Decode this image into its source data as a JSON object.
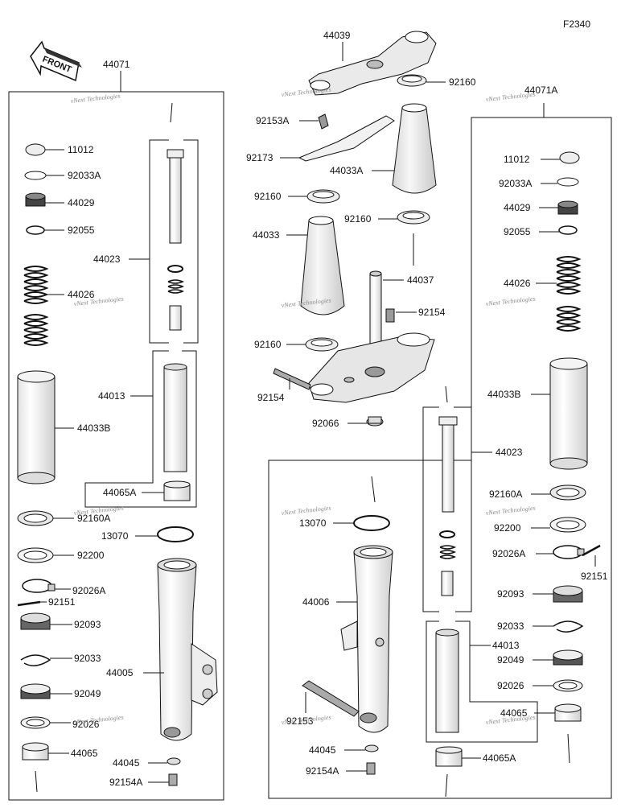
{
  "diagram": {
    "figure_code": "F2340",
    "front_text": "FRONT",
    "watermark": "vNext Technologies",
    "part_numbers": {
      "p44071": "44071",
      "p44071A": "44071A",
      "p11012": "11012",
      "p92033A": "92033A",
      "p44029": "44029",
      "p92055": "92055",
      "p44026": "44026",
      "p44023": "44023",
      "p44013": "44013",
      "p44033B": "44033B",
      "p44065A": "44065A",
      "p92160A": "92160A",
      "p13070": "13070",
      "p92200": "92200",
      "p92026A": "92026A",
      "p92151": "92151",
      "p92093": "92093",
      "p92033": "92033",
      "p44005": "44005",
      "p92049": "92049",
      "p92026": "92026",
      "p44065": "44065",
      "p44045": "44045",
      "p92154A": "92154A",
      "p44039": "44039",
      "p92160": "92160",
      "p92153A": "92153A",
      "p92173": "92173",
      "p44033A": "44033A",
      "p44033": "44033",
      "p44037": "44037",
      "p92154": "92154",
      "p92066": "92066",
      "p44006": "44006",
      "p92153": "92153"
    }
  }
}
